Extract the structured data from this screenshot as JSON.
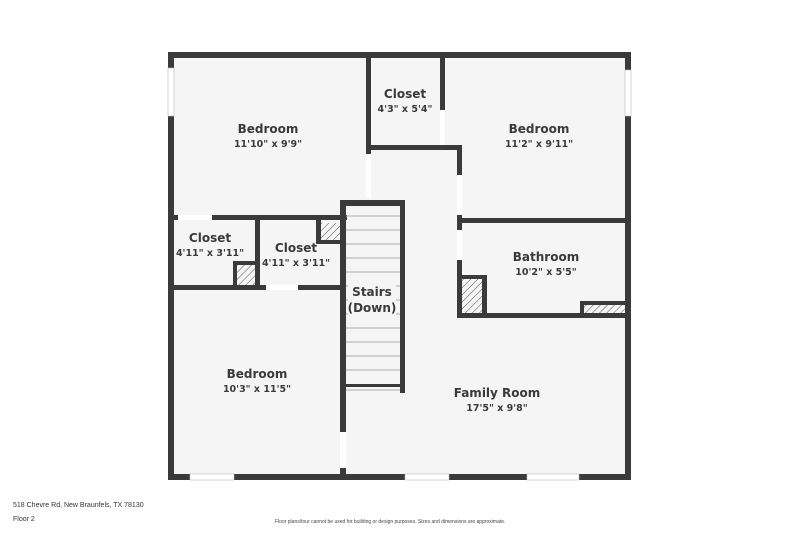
{
  "footer": {
    "address": "518 Chevre Rd, New Braunfels, TX 78130",
    "floor": "Floor 2",
    "disclaimer": "Floor plans/tour cannot be used for building or design purposes. Sizes and dimensions are approximate."
  },
  "rooms": {
    "bedroom_nw": {
      "name": "Bedroom",
      "dims": "11'10\" x 9'9\""
    },
    "closet_top": {
      "name": "Closet",
      "dims": "4'3\" x 5'4\""
    },
    "bedroom_ne": {
      "name": "Bedroom",
      "dims": "11'2\" x 9'11\""
    },
    "closet_left": {
      "name": "Closet",
      "dims": "4'11\" x 3'11\""
    },
    "closet_mid": {
      "name": "Closet",
      "dims": "4'11\" x 3'11\""
    },
    "stairs": {
      "name_line1": "Stairs",
      "name_line2": "(Down)"
    },
    "bathroom": {
      "name": "Bathroom",
      "dims": "10'2\" x 5'5\""
    },
    "bedroom_sw": {
      "name": "Bedroom",
      "dims": "10'3\" x 11'5\""
    },
    "family_room": {
      "name": "Family Room",
      "dims": "17'5\" x 9'8\""
    }
  },
  "colors": {
    "wall": "#3a3a3a",
    "floor": "#f5f5f5",
    "window": "#ffffff"
  }
}
